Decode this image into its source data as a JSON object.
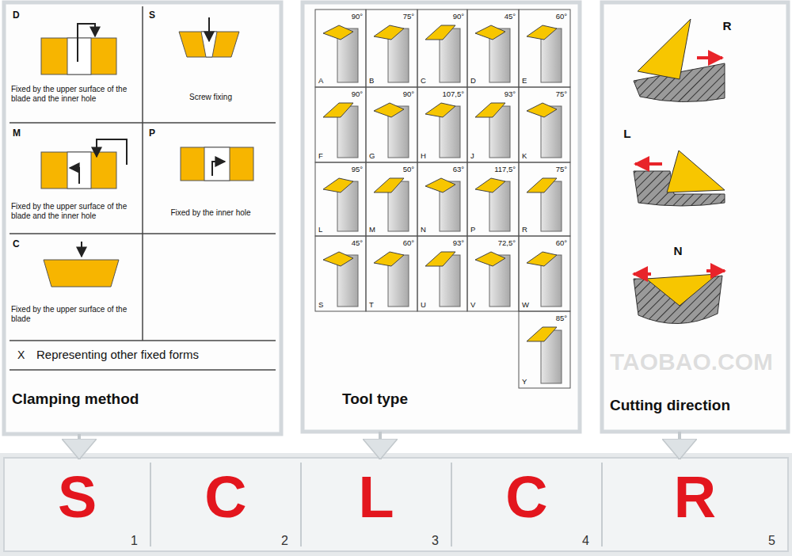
{
  "diagram": {
    "nodes": [
      {
        "text": [
          "Clamping method"
        ]
      },
      {
        "text": [
          "D",
          "Fixed by the upper surface of the blade and the inner hole"
        ],
        "in": 0
      },
      {
        "text": [
          "S",
          "Screw fixing"
        ],
        "in": 0
      },
      {
        "text": [
          "M",
          "Fixed by the upper surface of the blade and the inner hole"
        ],
        "in": 0
      },
      {
        "text": [
          "P",
          "Fixed by the inner hole"
        ],
        "in": 0
      },
      {
        "text": [
          "C",
          "Fixed by the upper surface of the blade"
        ],
        "in": 0
      },
      {
        "text": [
          "X",
          "Representing other fixed forms"
        ],
        "in": 0
      },
      {
        "text": [
          "Tool type"
        ]
      },
      {
        "text": [
          "90°",
          "A"
        ],
        "in": 7
      },
      {
        "text": [
          "75°",
          "B"
        ],
        "in": 7
      },
      {
        "text": [
          "90°",
          "C"
        ],
        "in": 7
      },
      {
        "text": [
          "45°",
          "D"
        ],
        "in": 7
      },
      {
        "text": [
          "60°",
          "E"
        ],
        "in": 7
      },
      {
        "text": [
          "90°",
          "F"
        ],
        "in": 7
      },
      {
        "text": [
          "90°",
          "G"
        ],
        "in": 7
      },
      {
        "text": [
          "107,5°",
          "H"
        ],
        "in": 7
      },
      {
        "text": [
          "93°",
          "J"
        ],
        "in": 7
      },
      {
        "text": [
          "75°",
          "K"
        ],
        "in": 7
      },
      {
        "text": [
          "95°",
          "L"
        ],
        "in": 7
      },
      {
        "text": [
          "50°",
          "M"
        ],
        "in": 7
      },
      {
        "text": [
          "63°",
          "N"
        ],
        "in": 7
      },
      {
        "text": [
          "117,5°",
          "P"
        ],
        "in": 7
      },
      {
        "text": [
          "75°",
          "R"
        ],
        "in": 7
      },
      {
        "text": [
          "45°",
          "S"
        ],
        "in": 7
      },
      {
        "text": [
          "60°",
          "T"
        ],
        "in": 7
      },
      {
        "text": [
          "93°",
          "U"
        ],
        "in": 7
      },
      {
        "text": [
          "72,5°",
          "V"
        ],
        "in": 7
      },
      {
        "text": [
          "60°",
          "W"
        ],
        "in": 7
      },
      {
        "text": [
          "85°",
          "Y"
        ],
        "in": 7
      },
      {
        "text": [
          "Cutting direction"
        ]
      },
      {
        "text": [
          "R"
        ],
        "in": 29
      },
      {
        "text": [
          "L"
        ],
        "in": 29
      },
      {
        "text": [
          "N"
        ],
        "in": 29
      },
      {
        "text": [
          "S",
          "1"
        ]
      },
      {
        "text": [
          "C",
          "2"
        ]
      },
      {
        "text": [
          "L",
          "3"
        ]
      },
      {
        "text": [
          "C",
          "4"
        ]
      },
      {
        "text": [
          "R",
          "5"
        ]
      }
    ],
    "edges": [
      {
        "from": 0,
        "to": 33,
        "arrow": "to"
      },
      {
        "from": 7,
        "to": 35,
        "arrow": "to"
      },
      {
        "from": 29,
        "to": 37,
        "arrow": "to"
      }
    ],
    "labels": [
      "TAOBAO.COM"
    ]
  }
}
